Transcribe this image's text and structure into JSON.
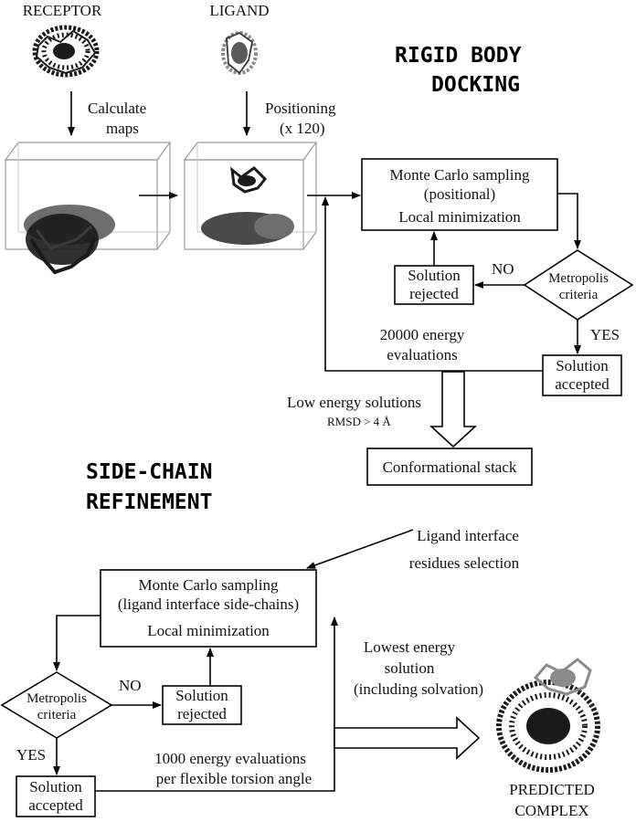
{
  "headings": {
    "rigid_line1": "RIGID BODY",
    "rigid_line2": "DOCKING",
    "side_line1": "SIDE-CHAIN",
    "side_line2": "REFINEMENT"
  },
  "top": {
    "receptor_label": "RECEPTOR",
    "ligand_label": "LIGAND",
    "calc_line1": "Calculate",
    "calc_line2": "maps",
    "pos_line1": "Positioning",
    "pos_line2": "(x 120)"
  },
  "rigid": {
    "mc_line1": "Monte Carlo sampling",
    "mc_line2": "(positional)",
    "mc_line3": "Local minimization",
    "metro_line1": "Metropolis",
    "metro_line2": "criteria",
    "no": "NO",
    "yes": "YES",
    "rejected_line1": "Solution",
    "rejected_line2": "rejected",
    "accepted_line1": "Solution",
    "accepted_line2": "accepted",
    "evals_line1": "20000 energy",
    "evals_line2": "evaluations",
    "low_energy": "Low energy solutions",
    "rmsd": "RMSD > 4 Å"
  },
  "stack": {
    "label": "Conformational stack",
    "select_line1": "Ligand interface",
    "select_line2": "residues selection"
  },
  "side": {
    "mc_line1": "Monte Carlo sampling",
    "mc_line2": "(ligand interface side-chains)",
    "mc_line3": "Local minimization",
    "metro_line1": "Metropolis",
    "metro_line2": "criteria",
    "no": "NO",
    "yes": "YES",
    "rejected_line1": "Solution",
    "rejected_line2": "rejected",
    "accepted_line1": "Solution",
    "accepted_line2": "accepted",
    "evals_line1": "1000 energy evaluations",
    "evals_line2": "per flexible torsion angle",
    "lowest_line1": "Lowest energy",
    "lowest_line2": "solution",
    "lowest_line3": "(including solvation)"
  },
  "predicted": {
    "line1": "PREDICTED",
    "line2": "COMPLEX"
  },
  "colors": {
    "molecule_dark": "#1a1a1a",
    "molecule_light": "#8a8a8a",
    "map_cloud": "#4a4a4a",
    "map_cloud_light": "#6e6e6e",
    "grid_box": "#9a9a9a"
  }
}
